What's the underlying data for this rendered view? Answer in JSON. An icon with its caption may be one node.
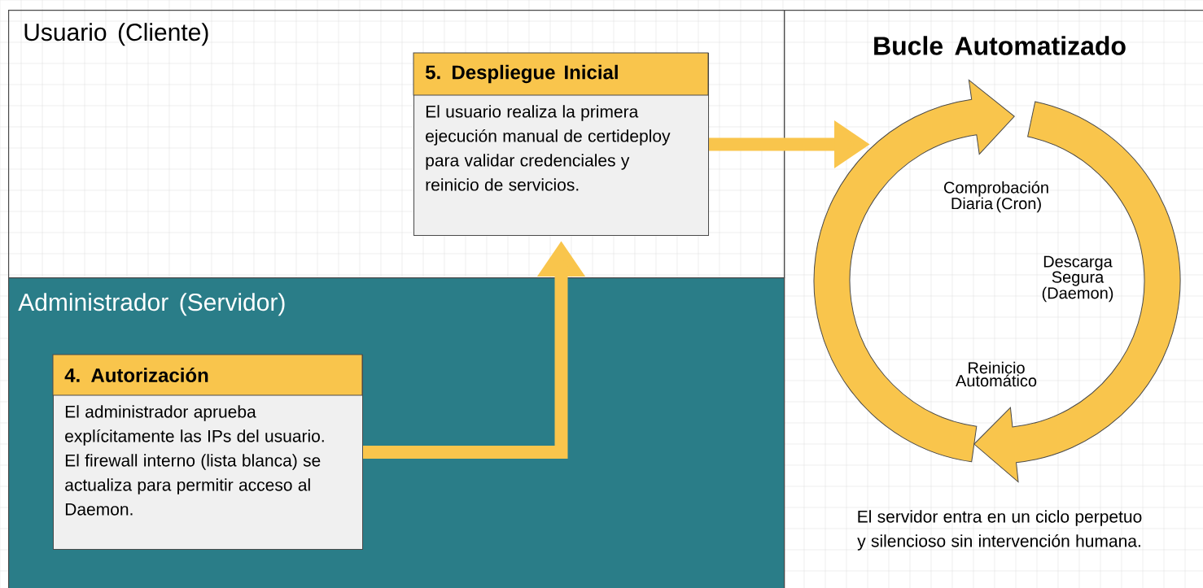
{
  "diagram": {
    "nodes": [
      {
        "text": [
          "Usuario (Cliente)"
        ]
      },
      {
        "text": [
          "Administrador (Servidor)"
        ]
      },
      {
        "text": [
          "5. Despliegue Inicial",
          "El usuario realiza la primera ejecución manual de certideploy para validar credenciales y reinicio de servicios."
        ],
        "in": 0
      },
      {
        "text": [
          "4. Autorización",
          "El administrador aprueba explícitamente las IPs del usuario. El firewall interno (lista blanca) se actualiza para permitir acceso al Daemon."
        ],
        "in": 1
      },
      {
        "text": [
          "Bucle Automatizado",
          "El servidor entra en un ciclo perpetuo y silencioso sin intervención humana."
        ]
      },
      {
        "text": [
          "Comprobación Diaria (Cron)",
          "Descarga Segura (Daemon)",
          "Reinicio Automático"
        ],
        "in": 4
      }
    ],
    "edges": [
      {
        "from": 3,
        "to": 2,
        "arrow": "to"
      },
      {
        "from": 2,
        "to": 5,
        "arrow": "to"
      }
    ]
  }
}
